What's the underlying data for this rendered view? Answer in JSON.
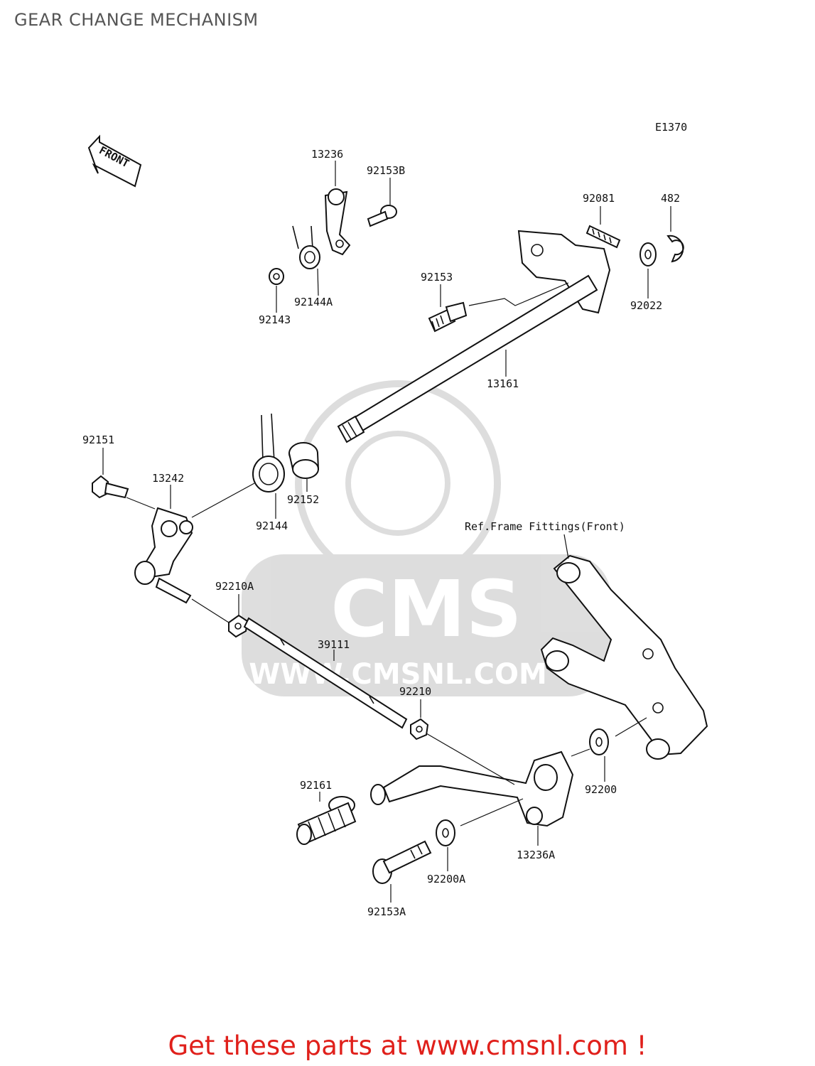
{
  "title": "GEAR CHANGE MECHANISM",
  "diagram_code": "E1370",
  "front_marker": "FRONT",
  "reference_note": "Ref.Frame Fittings(Front)",
  "watermark": {
    "logo": "CMS",
    "url": "WWW.CMSNL.COM"
  },
  "parts": {
    "p13236": "13236",
    "p92153B": "92153B",
    "p92081": "92081",
    "p482": "482",
    "p92143": "92143",
    "p92144A": "92144A",
    "p92153": "92153",
    "p92022": "92022",
    "p13161": "13161",
    "p92151": "92151",
    "p13242": "13242",
    "p92152": "92152",
    "p92144": "92144",
    "p92210A": "92210A",
    "p39111": "39111",
    "p92210": "92210",
    "p92161": "92161",
    "p92200": "92200",
    "p13236A": "13236A",
    "p92200A": "92200A",
    "p92153A": "92153A"
  },
  "footer": "Get these parts at www.cmsnl.com !"
}
